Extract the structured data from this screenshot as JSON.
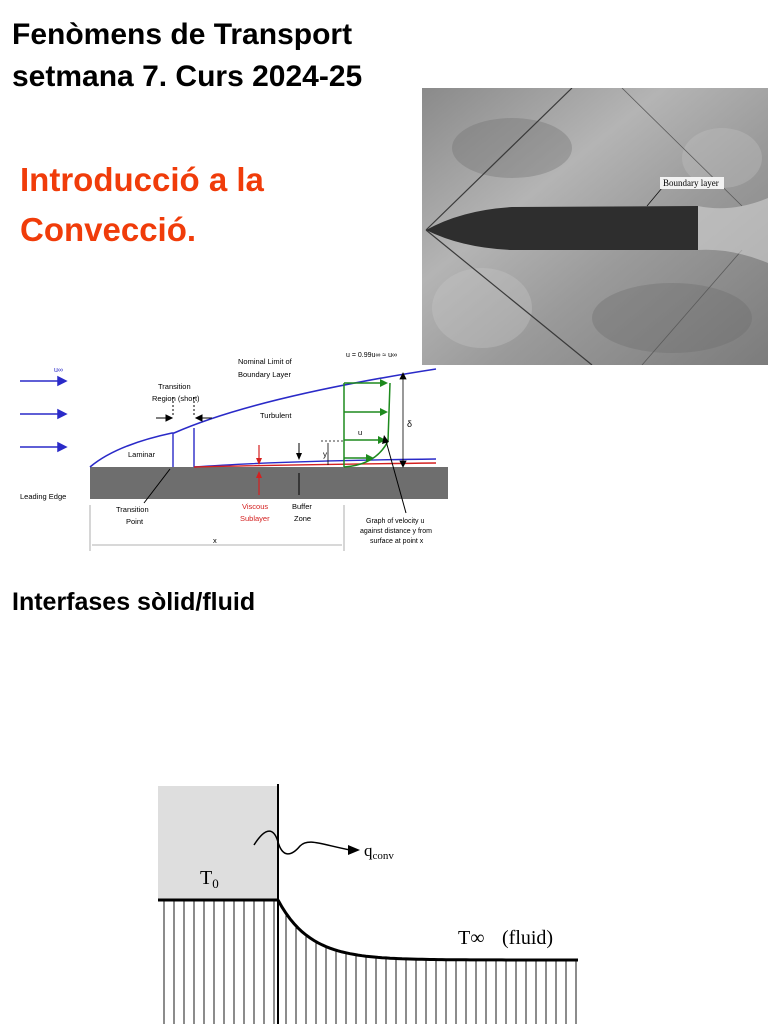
{
  "header": {
    "title_line1": "Fenòmens de Transport",
    "title_line2": "setmana 7. Curs 2024-25"
  },
  "intro": {
    "line1": "Introducció a la",
    "line2": "Convecció."
  },
  "photo": {
    "label": "Boundary layer"
  },
  "boundary_diagram": {
    "u_inf": "u∞",
    "nominal_limit_1": "Nominal Limit of",
    "nominal_limit_2": "Boundary Layer",
    "u_edge": "u = 0.99u∞ ≈ u∞",
    "transition_region_1": "Transition",
    "transition_region_2": "Region (short)",
    "turbulent": "Turbulent",
    "laminar": "Laminar",
    "u": "u",
    "y": "y",
    "delta": "δ",
    "leading_edge": "Leading Edge",
    "transition_point_1": "Transition",
    "transition_point_2": "Point",
    "viscous_1": "Viscous",
    "viscous_2": "Sublayer",
    "buffer_1": "Buffer",
    "buffer_2": "Zone",
    "graph_1": "Graph of velocity u",
    "graph_2": "against distance y from",
    "graph_3": "surface at point x",
    "x": "x"
  },
  "section": {
    "title": "Interfases sòlid/fluid"
  },
  "interface_diagram": {
    "q_main": "q",
    "q_sub": "conv",
    "t0_main": "T",
    "t0_sub": "0",
    "tinf": "T∞",
    "fluid": "(fluid)"
  },
  "colors": {
    "accent": "#f03c0a",
    "curve": "#2a2ac8",
    "profile": "#1e8a1e",
    "viscous": "#d42020"
  }
}
